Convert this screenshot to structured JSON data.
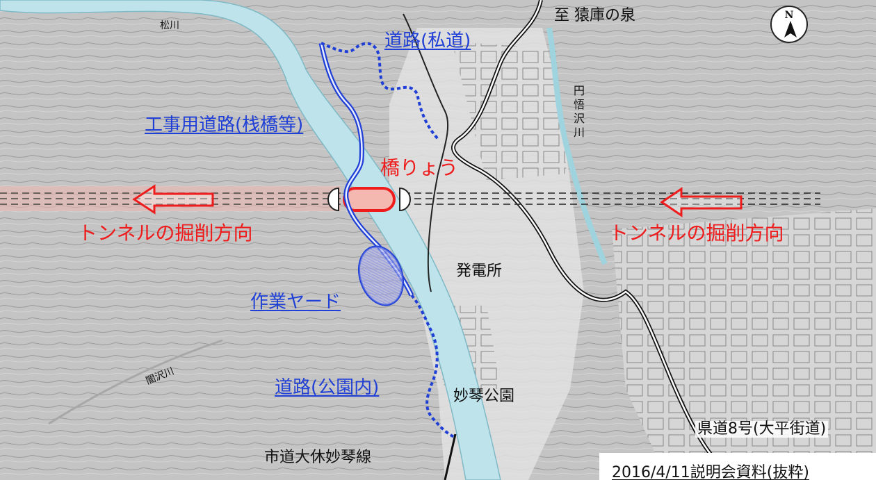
{
  "map": {
    "compass": {
      "letter": "N"
    },
    "labels": {
      "matsukawa": "松川",
      "to_saruko": "至 猿庫の泉",
      "engosawa": "円悟沢川",
      "hatsudensho": "発電所",
      "kurasawa": "闇沢川",
      "myoukin_park": "妙琴公園",
      "kendo": "県道8号(大平街道)",
      "shido": "市道大休妙琴線"
    },
    "road_labels": {
      "private_road": "道路(私道)",
      "construction_road": "工事用道路(栈橋等)",
      "work_yard": "作業ヤード",
      "park_road": "道路(公園内)"
    },
    "red_labels": {
      "bridge": "橋りょう",
      "tunnel_dir_left": "トンネルの掘削方向",
      "tunnel_dir_right": "トンネルの掘削方向"
    },
    "source": "2016/4/11説明会資料(抜粋)"
  },
  "colors": {
    "river": "#bfe3ea",
    "road_blue": "#1f3fd6",
    "annotation_red": "#ee1c1c",
    "terrain": "#bdbdbd"
  }
}
